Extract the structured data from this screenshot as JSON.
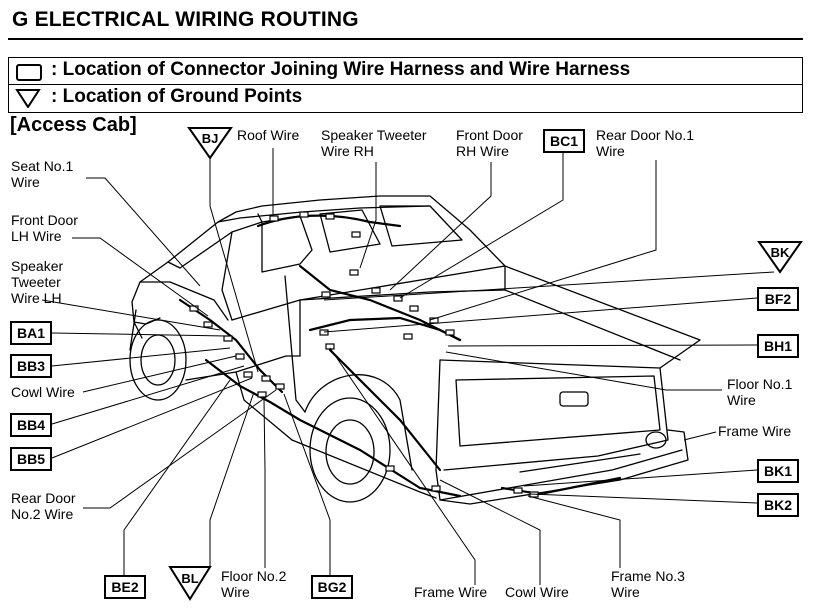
{
  "title": "G  ELECTRICAL WIRING ROUTING",
  "legend": {
    "connector_icon": "rounded-rectangle-icon",
    "connector_text": ": Location of Connector Joining Wire Harness and Wire Harness",
    "ground_icon": "down-triangle-icon",
    "ground_text": ": Location of Ground Points"
  },
  "section": "[Access Cab]",
  "labels": {
    "roof_wire": "Roof Wire",
    "speaker_tweeter_rh_1": "Speaker Tweeter",
    "speaker_tweeter_rh_2": "Wire RH",
    "front_door_rh_1": "Front Door",
    "front_door_rh_2": "RH Wire",
    "rear_door_no1_1": "Rear Door No.1",
    "rear_door_no1_2": "Wire",
    "seat_no1_1": "Seat No.1",
    "seat_no1_2": "Wire",
    "front_door_lh_1": "Front Door",
    "front_door_lh_2": "LH Wire",
    "speaker_tweeter_lh_1": "Speaker",
    "speaker_tweeter_lh_2": "Tweeter",
    "speaker_tweeter_lh_3": "Wire LH",
    "cowl_wire_left": "Cowl Wire",
    "rear_door_no2_1": "Rear Door",
    "rear_door_no2_2": "No.2 Wire",
    "floor_no1_1": "Floor No.1",
    "floor_no1_2": "Wire",
    "frame_wire_right": "Frame Wire",
    "floor_no2_1": "Floor No.2",
    "floor_no2_2": "Wire",
    "frame_wire_bottom": "Frame Wire",
    "cowl_wire_bottom": "Cowl Wire",
    "frame_no3_1": "Frame No.3",
    "frame_no3_2": "Wire"
  },
  "connectors": {
    "bc1": "BC1",
    "bf2": "BF2",
    "bh1": "BH1",
    "ba1": "BA1",
    "bb3": "BB3",
    "bb4": "BB4",
    "bb5": "BB5",
    "bk1": "BK1",
    "bk2": "BK2",
    "be2": "BE2",
    "bg2": "BG2"
  },
  "grounds": {
    "bj": "BJ",
    "bk": "BK",
    "bl": "BL"
  }
}
